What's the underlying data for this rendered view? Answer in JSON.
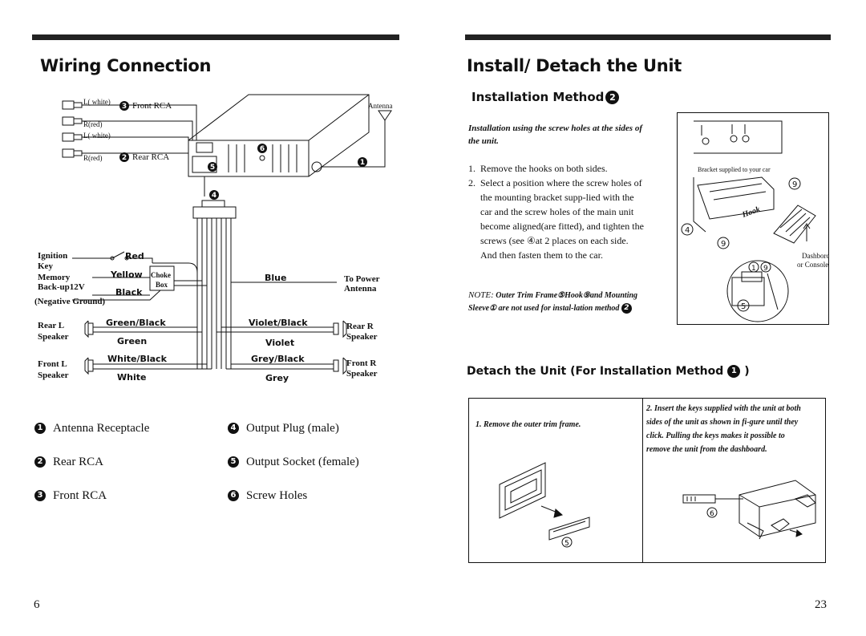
{
  "left_page": {
    "title": "Wiring Connection",
    "page_number": "6",
    "diagram": {
      "rca_labels": [
        "L( white)",
        "R(red)",
        "L( white)",
        "R(red)"
      ],
      "front_rca": "Front RCA",
      "rear_rca": "Rear RCA",
      "antenna": "Antenna",
      "callouts": {
        "one": "1",
        "two": "2",
        "three": "3",
        "four": "4",
        "five": "5",
        "six": "6"
      },
      "ignition": "Ignition",
      "key": "Key",
      "memory": "Memory",
      "backup": "Back-up12V",
      "negative_ground": "(Negative Ground)",
      "choke": "Choke",
      "box": "Box",
      "red": "Red",
      "yellow": "Yellow",
      "black": "Black",
      "blue": "Blue",
      "to_power": "To Power",
      "antenna_word": "Antenna",
      "rear_l": "Rear L",
      "speaker_l": "Speaker",
      "green_black": "Green/Black",
      "green": "Green",
      "violet_black": "Violet/Black",
      "violet": "Violet",
      "rear_r": "Rear R",
      "speaker_r": "Speaker",
      "front_l": "Front L",
      "speaker_fl": "Speaker",
      "white_black": "White/Black",
      "white": "White",
      "grey_black": "Grey/Black",
      "grey": "Grey",
      "front_r": "Front R",
      "speaker_fr": "Speaker"
    },
    "legend": [
      {
        "n": "1",
        "label": "Antenna Receptacle",
        "style": "filled"
      },
      {
        "n": "2",
        "label": "Rear RCA",
        "style": "filled"
      },
      {
        "n": "3",
        "label": "Front RCA",
        "style": "filled"
      },
      {
        "n": "4",
        "label": "Output Plug (male)",
        "style": "filled"
      },
      {
        "n": "5",
        "label": "Output Socket (female)",
        "style": "filled"
      },
      {
        "n": "6",
        "label": "Screw Holes",
        "style": "filled"
      }
    ]
  },
  "right_page": {
    "title": "Install/ Detach the Unit",
    "page_number": "23",
    "method_heading": "Installation Method",
    "method_num": "2",
    "intro": "Installation using the screw holes at the sides of the unit.",
    "steps": [
      "Remove the hooks on both sides.",
      "Select a position where the screw holes of the mounting bracket supp-lied with the car and the screw holes of the main unit become aligned(are fitted), and tighten the screws  (see ④at 2 places on each side. And then fasten them to the car."
    ],
    "note_prefix": "NOTE:",
    "note": "Outer Trim Frame⑤Hook⑨and Mounting Sleeve① are not used for instal-lation method",
    "note_num": "2",
    "figure": {
      "bracket_label": "Bracket supplied to your car",
      "hook": "Hook",
      "dashbord": "Dashbord",
      "or_console": "or Console",
      "n9": "9",
      "n4": "4",
      "n1": "1",
      "n5": "5"
    },
    "detach_heading": "Detach the Unit (For Installation Method",
    "detach_num": "1",
    "detach_close": ")",
    "detach_step1": "1.  Remove the outer trim frame.",
    "detach_step2": "2. Insert the keys supplied with the unit at both sides of the unit as shown in fi-gure until they click. Pulling the keys makes it possible to remove the unit from the dashboard.",
    "detach_fig_nums": {
      "five": "5",
      "six": "6"
    }
  }
}
